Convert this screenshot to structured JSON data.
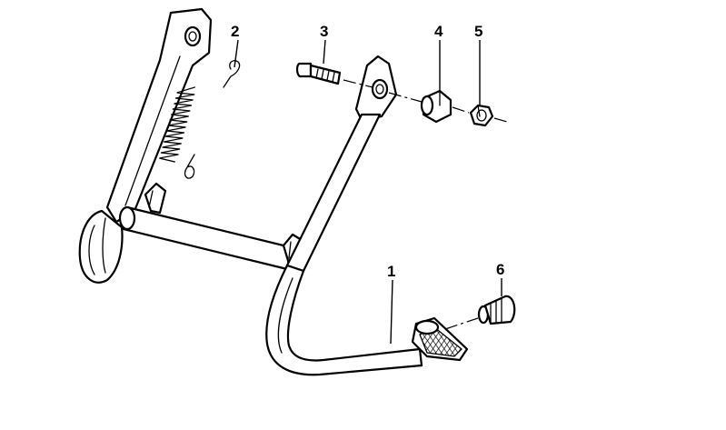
{
  "callouts": [
    {
      "id": "1",
      "part": "center-stand-frame"
    },
    {
      "id": "2",
      "part": "tension-spring"
    },
    {
      "id": "3",
      "part": "hex-bolt"
    },
    {
      "id": "4",
      "part": "bushing"
    },
    {
      "id": "5",
      "part": "hex-nut"
    },
    {
      "id": "6",
      "part": "rubber-buffer"
    }
  ]
}
